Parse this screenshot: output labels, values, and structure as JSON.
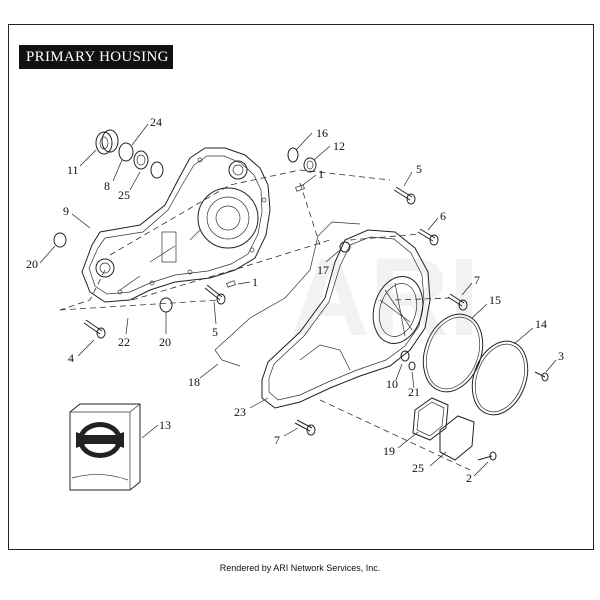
{
  "title": "PRIMARY HOUSING",
  "footer": "Rendered by ARI Network Services, Inc.",
  "watermark": "ARI",
  "callouts": {
    "c24": "24",
    "c11": "11",
    "c8": "8",
    "c25a": "25",
    "c9": "9",
    "c20a": "20",
    "c16": "16",
    "c12": "12",
    "c1a": "1",
    "c5a": "5",
    "c6": "6",
    "c17": "17",
    "c1b": "1",
    "c5b": "5",
    "c4": "4",
    "c22": "22",
    "c20b": "20",
    "c7a": "7",
    "c15": "15",
    "c14": "14",
    "c3": "3",
    "c18": "18",
    "c10": "10",
    "c21": "21",
    "c23": "23",
    "c13": "13",
    "c7b": "7",
    "c19": "19",
    "c25b": "25",
    "c2": "2"
  }
}
